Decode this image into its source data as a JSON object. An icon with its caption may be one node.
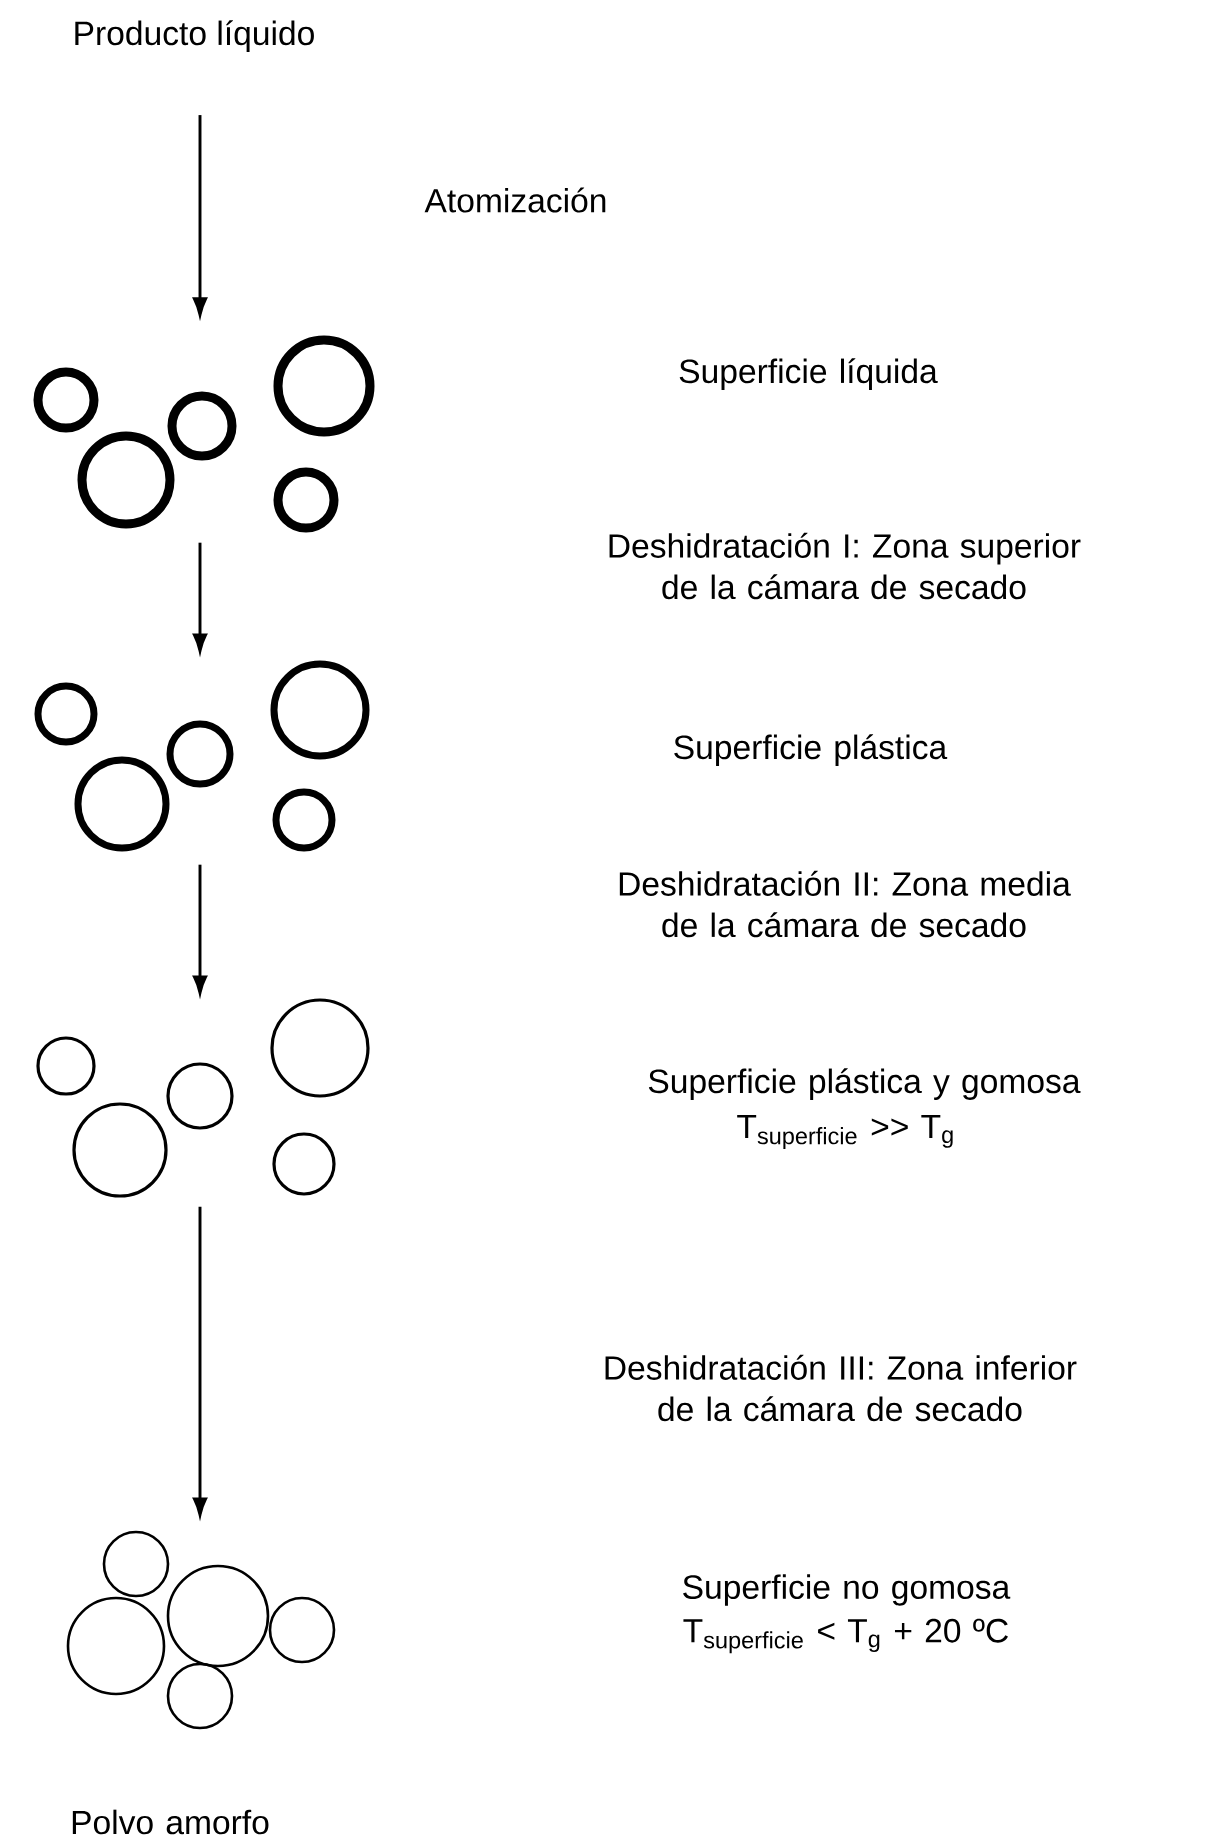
{
  "diagram": {
    "nodes": [
      {
        "text": [
          "Producto líquido"
        ]
      },
      {
        "text": [],
        "shape": "circle"
      },
      {
        "text": [],
        "shape": "circle"
      },
      {
        "text": [],
        "shape": "circle"
      },
      {
        "text": [],
        "shape": "circle"
      }
    ],
    "edges": [
      {
        "from": 0,
        "to": 1,
        "arrow": "to"
      },
      {
        "from": 1,
        "to": 2,
        "arrow": "to"
      },
      {
        "from": 2,
        "to": 3,
        "arrow": "to"
      },
      {
        "from": 3,
        "to": 4,
        "arrow": "to"
      }
    ],
    "labels": [
      "Atomización",
      "Superficie líquida",
      "Deshidratación I: Zona superior de la cámara de secado",
      "Superficie plástica",
      "Deshidratación II: Zona media de la cámara de secado",
      "Superficie plástica y gomosa",
      "\\mathrm{T}_{\\mathrm{superficie}}\\mbox{ >{}> }\\mathrm{T}_{\\mathrm{g}}",
      "Deshidratación III: Zona inferior de la cámara de secado",
      "Superficie no gomosa",
      "\\mathrm{T}_{\\mathrm{superficie}}\\mbox{ < }\\mathrm{T}_{\\mathrm{g}}\\mbox{ + 20 ºC}",
      "Polvo amorfo"
    ]
  }
}
